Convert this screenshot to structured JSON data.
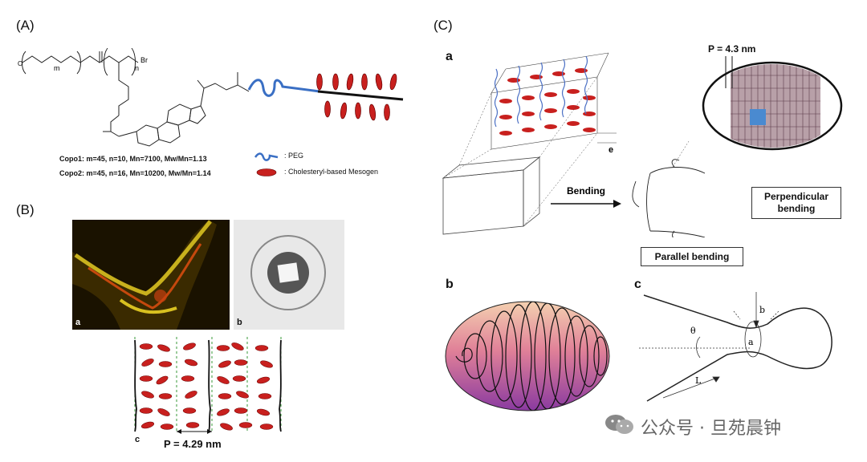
{
  "panel_A": {
    "label": "(A)",
    "chem_m": "m",
    "chem_n": "n",
    "chem_br": "Br",
    "chem_o": "O",
    "copo1": "Copo1: m=45, n=10, Mn=7100, Mw/Mn=1.13",
    "copo2": "Copo2: m=45, n=16, Mn=10200, Mw/Mn=1.14",
    "legend_peg": ": PEG",
    "legend_mesogen": ": Cholesteryl-based Mesogen"
  },
  "panel_B": {
    "label": "(B)",
    "sub_a": "a",
    "sub_b": "b",
    "sub_c": "c",
    "period": "P = 4.29 nm"
  },
  "panel_C": {
    "label": "(C)",
    "sub_a": "a",
    "sub_b": "b",
    "sub_c": "c",
    "period": "P = 4.3 nm",
    "e_label": "e",
    "bending": "Bending",
    "perp_bending": "Perpendicular bending",
    "parallel_bending": "Parallel bending",
    "theta": "θ",
    "a_label": "a",
    "b_label": "b",
    "L_label": "L"
  },
  "watermark": "公众号 · 旦苑晨钟",
  "colors": {
    "mesogen": "#c8201e",
    "peg": "#3a6fc4",
    "cell_bg": "#1a1200",
    "cell_fg": "#d8c020",
    "saxs_bg": "#e8e8e8"
  }
}
